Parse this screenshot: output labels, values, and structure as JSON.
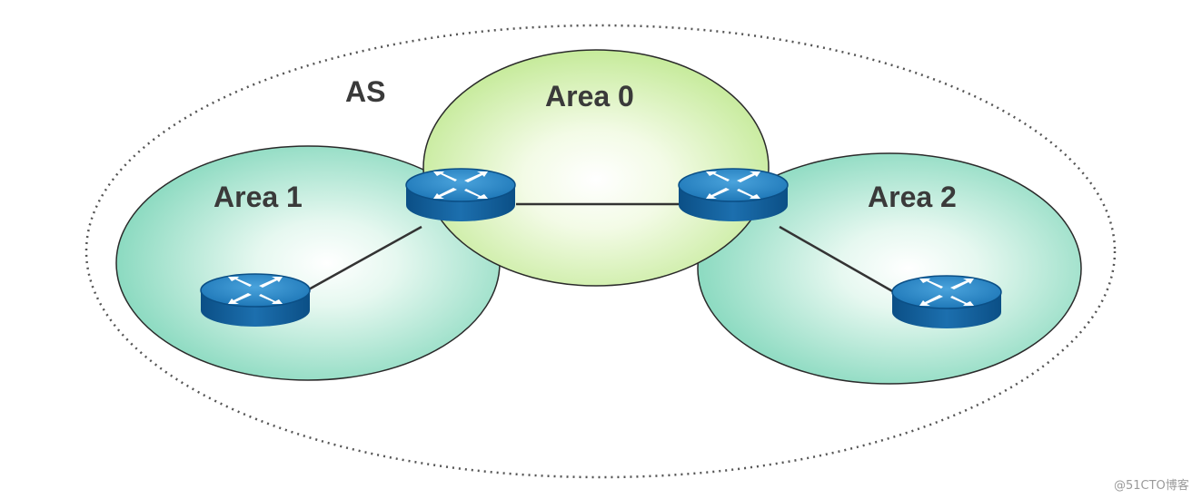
{
  "diagram": {
    "as_label": "AS",
    "areas": [
      {
        "id": "area0",
        "label": "Area 0",
        "color": "#c9ec9a"
      },
      {
        "id": "area1",
        "label": "Area 1",
        "color": "#8fdcc2"
      },
      {
        "id": "area2",
        "label": "Area 2",
        "color": "#8fdcc2"
      }
    ],
    "routers": [
      {
        "id": "abr-left",
        "icon": "router-icon"
      },
      {
        "id": "abr-right",
        "icon": "router-icon"
      },
      {
        "id": "router-area1",
        "icon": "router-icon"
      },
      {
        "id": "router-area2",
        "icon": "router-icon"
      }
    ],
    "links": [
      {
        "from": "abr-left",
        "to": "abr-right"
      },
      {
        "from": "abr-left",
        "to": "router-area1"
      },
      {
        "from": "abr-right",
        "to": "router-area2"
      }
    ],
    "colors": {
      "router_top": "#2e86c1",
      "router_side": "#0d5a95",
      "outline": "#2a2a2a"
    }
  },
  "watermark": "@51CTO博客"
}
